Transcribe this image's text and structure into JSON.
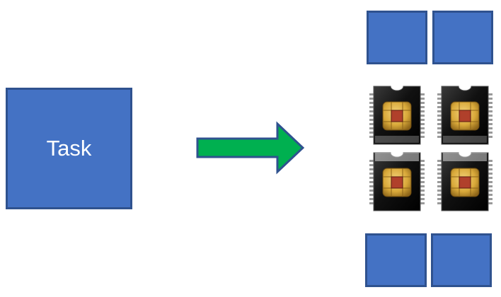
{
  "task": {
    "label": "Task"
  },
  "colors": {
    "block_fill": "#4472c4",
    "block_border": "#2f528f",
    "arrow_fill": "#00b050",
    "arrow_border": "#2f528f",
    "chip_body": "#1a1a1a",
    "chip_pad": "#d9a93a",
    "chip_core": "#b0402b"
  },
  "icons": {
    "process": "right-arrow",
    "processors": "microchip"
  },
  "processor_count": 4,
  "subtask_count": 4
}
